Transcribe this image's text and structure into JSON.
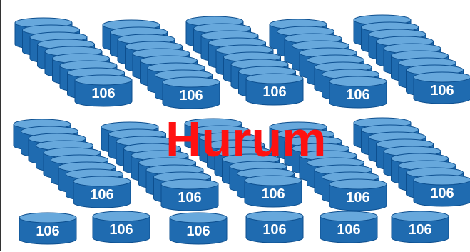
{
  "diagram": {
    "overlay_title": "Hurum",
    "unit_label": "106",
    "colors": {
      "cylinder_body": "#1f6bb0",
      "cylinder_top": "#67a8dc",
      "cylinder_edge": "#0d4f8f",
      "label_text": "#ffffff",
      "overlay_text": "#ff1111"
    },
    "stack_layers": 9,
    "stack_rows": 2,
    "stack_columns": 5,
    "single_cylinders": 6
  }
}
